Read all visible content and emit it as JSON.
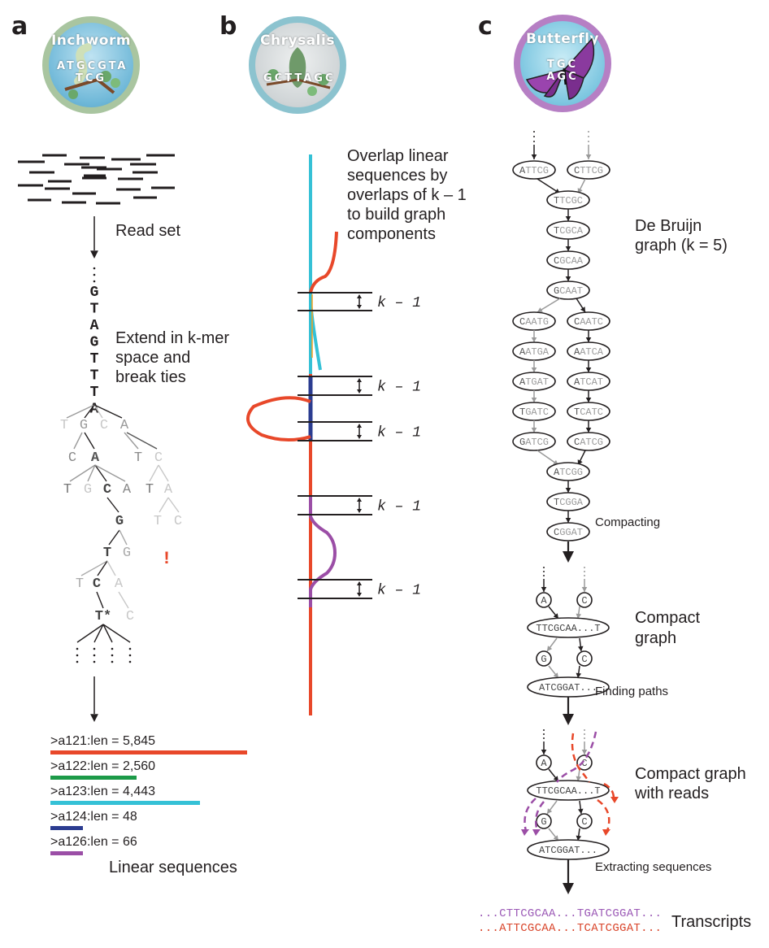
{
  "panels": {
    "a": {
      "letter": "a",
      "logo": {
        "name": "Inchworm",
        "bases": "ATGCGTA TCG",
        "ring_color": "#a9c5a0",
        "fill_color": "#6fb8d8"
      },
      "read_set_label": "Read set",
      "extend_label": [
        "Extend in k-mer",
        "space and",
        "break ties"
      ],
      "kmer_seed": [
        "G",
        "T",
        "A",
        "G",
        "T",
        "T",
        "T",
        "A"
      ],
      "tree": {
        "level1": [
          "T",
          "G",
          "C",
          "A"
        ],
        "level2": [
          "C",
          "A",
          "T",
          "C"
        ],
        "level3": [
          "T",
          "G",
          "C",
          "A",
          "T",
          "A"
        ],
        "level4": [
          "G",
          "T",
          "C"
        ],
        "level5": [
          "T",
          "G"
        ],
        "level6": [
          "T",
          "C",
          "A"
        ],
        "level7": [
          "T*",
          "C"
        ],
        "dead_end_mark": "!"
      },
      "linear_sequences": [
        {
          "label": ">a121:len = 5,845",
          "length": 5845,
          "color": "#e8482a"
        },
        {
          "label": ">a122:len = 2,560",
          "length": 2560,
          "color": "#1c9a48"
        },
        {
          "label": ">a123:len = 4,443",
          "length": 4443,
          "color": "#35c1d6"
        },
        {
          "label": ">a124:len = 48",
          "length": 48,
          "color": "#2b3c90"
        },
        {
          "label": ">a126:len = 66",
          "length": 66,
          "color": "#9b4ea6"
        }
      ],
      "linear_sequences_label": "Linear sequences"
    },
    "b": {
      "letter": "b",
      "logo": {
        "name": "Chrysalis",
        "bases": "GCTTAGC",
        "ring_color": "#8cc3cf",
        "fill_color": "#cfd4d6"
      },
      "overlap_label": [
        "Overlap linear",
        "sequences by",
        "overlaps of k – 1",
        "to build graph",
        "components"
      ],
      "overlap_marker_label": "k – 1",
      "overlap_marker_count": 5
    },
    "c": {
      "letter": "c",
      "logo": {
        "name": "Butterfly",
        "bases": "TGC  AGC",
        "ring_color": "#b67fc4",
        "fill_color": "#7cc6e0"
      },
      "debruijn_label": [
        "De Bruijn",
        "graph (k = 5)"
      ],
      "debruijn_nodes": {
        "top": [
          "ATTCG",
          "CTTCG"
        ],
        "trunk1": [
          "TTCGC",
          "TCGCA",
          "CGCAA",
          "GCAAT"
        ],
        "left_branch": [
          "CAATG",
          "AATGA",
          "ATGAT",
          "TGATC",
          "GATCG"
        ],
        "right_branch": [
          "CAATC",
          "AATCA",
          "ATCAT",
          "TCATC",
          "CATCG"
        ],
        "trunk2": [
          "ATCGG",
          "TCGGA",
          "CGGAT"
        ]
      },
      "compacting_label": "Compacting",
      "compact_graph": {
        "top_nodes": [
          "A",
          "C"
        ],
        "main_node": "TTCGCAA...T",
        "mid_nodes": [
          "G",
          "C"
        ],
        "bottom_node": "ATCGGAT..."
      },
      "compact_graph_label": [
        "Compact",
        "graph"
      ],
      "finding_paths_label": "Finding paths",
      "compact_graph_reads_label": [
        "Compact graph",
        "with reads"
      ],
      "extracting_label": "Extracting sequences",
      "transcripts": [
        {
          "text": "...CTTCGCAA...TGATCGGAT...",
          "color": "#9b59b6"
        },
        {
          "text": "...ATTCGCAA...TCATCGGAT...",
          "color": "#d9452b"
        }
      ],
      "transcripts_label": "Transcripts"
    }
  },
  "colors": {
    "ink": "#231f20",
    "gray": "#9a9a9a",
    "light_gray": "#c8c8c8",
    "red": "#e8482a",
    "purple": "#9b4ea6",
    "cyan": "#35c1d6",
    "navy": "#2b3c90",
    "orange": "#f4a11d"
  }
}
